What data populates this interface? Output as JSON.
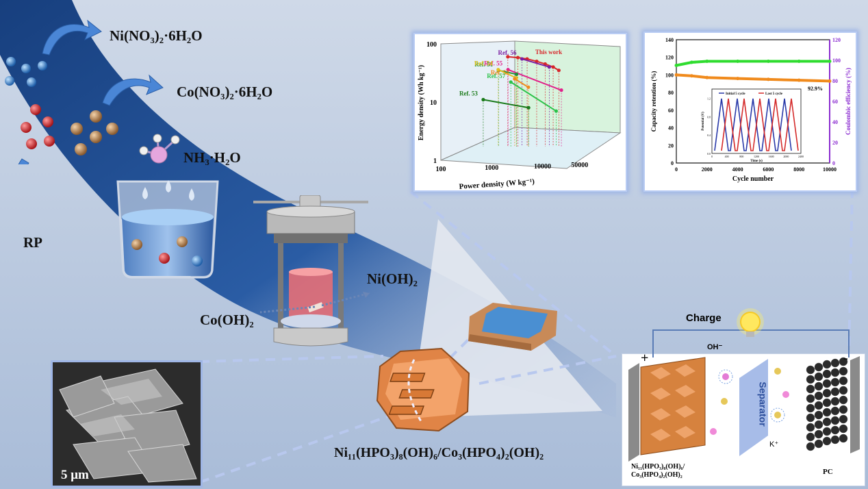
{
  "labels": {
    "ni_nitrate": "Ni(NO₃)₂·6H₂O",
    "co_nitrate": "Co(NO₃)₂·6H₂O",
    "ammonia": "NH₃·H₂O",
    "rp": "RP",
    "co_oh2": "Co(OH)₂",
    "ni_oh2": "Ni(OH)₂",
    "product": "Ni₁₁(HPO₃)₈(OH)₆/Co₃(HPO₄)₂(OH)₂",
    "sem_scale": "5 μm"
  },
  "device": {
    "charge": "Charge",
    "plus": "+",
    "minus": "-",
    "oh_ion": "OH⁻",
    "k_ion": "K⁺",
    "separator": "Separator",
    "positive_line1": "Ni₁₁(HPO₃)₈(OH)₆/",
    "positive_line2": "Co₃(HPO₄)₂(OH)₂",
    "negative": "PC"
  },
  "colors": {
    "ni_sphere": "#2f7fd0",
    "co_sphere": "#b8834f",
    "p_sphere": "#d4252b",
    "ribbon": "#1c4a8c",
    "panel_glow": "#9fb6e6"
  },
  "chart_data": [
    {
      "type": "line",
      "xlabel": "Power density (W kg⁻¹)",
      "ylabel": "Energy density (Wh kg⁻¹)",
      "x_ticks": [
        "100",
        "1000",
        "10000",
        "50000"
      ],
      "y_ticks": [
        "1",
        "10",
        "100"
      ],
      "log_scale": true,
      "series": [
        {
          "name": "This work",
          "color": "#d7262a",
          "x": [
            3000,
            5000,
            8000,
            13000,
            20000,
            30000,
            40000
          ],
          "y": [
            60,
            58,
            55,
            50,
            45,
            40,
            35
          ]
        },
        {
          "name": "Ref. 56",
          "color": "#7b1fa2",
          "x": [
            5000,
            20000
          ],
          "y": [
            55,
            40
          ]
        },
        {
          "name": "Ref. 55",
          "color": "#e0218a",
          "x": [
            2000,
            30000
          ],
          "y": [
            36,
            16
          ]
        },
        {
          "name": "Ref. 51",
          "color": "#1f8f3a",
          "x": [
            1000,
            2500
          ],
          "y": [
            35,
            30
          ]
        },
        {
          "name": "Ref. 54",
          "color": "#e2c21e",
          "x": [
            800,
            2000
          ],
          "y": [
            36,
            26
          ]
        },
        {
          "name": "Ref. 52",
          "color": "#ef8a1e",
          "x": [
            1500,
            3000
          ],
          "y": [
            25,
            18
          ]
        },
        {
          "name": "Ref. 57",
          "color": "#2cc24a",
          "x": [
            1000,
            10000
          ],
          "y": [
            22,
            7
          ]
        },
        {
          "name": "Ref. 53",
          "color": "#1a7a1a",
          "x": [
            200,
            2000
          ],
          "y": [
            11,
            8
          ]
        }
      ]
    },
    {
      "type": "scatter",
      "xlabel": "Cycle number",
      "ylabel": "Capacity retention (%)",
      "ylabel_right": "Coulombic efficiency (%)",
      "x_ticks": [
        "0",
        "2000",
        "4000",
        "6000",
        "8000",
        "10000"
      ],
      "y_ticks": [
        "0",
        "20",
        "40",
        "60",
        "80",
        "100",
        "120",
        "140"
      ],
      "y2_ticks": [
        "0",
        "20",
        "40",
        "60",
        "80",
        "100",
        "120"
      ],
      "xlim": [
        0,
        10000
      ],
      "ylim": [
        0,
        140
      ],
      "y2lim": [
        0,
        120
      ],
      "annotation": "92.9%",
      "series": [
        {
          "name": "Coulombic efficiency",
          "color": "#2edc2e",
          "x": [
            0,
            1000,
            2000,
            4000,
            6000,
            8000,
            10000
          ],
          "y": [
            95,
            98,
            99,
            99,
            99,
            99,
            99
          ]
        },
        {
          "name": "Capacity retention",
          "color": "#f08a1c",
          "x": [
            0,
            1000,
            2000,
            4000,
            6000,
            8000,
            10000
          ],
          "y": [
            100,
            99,
            97,
            96,
            95,
            94,
            93
          ]
        }
      ],
      "inset": {
        "xlabel": "Time (s)",
        "ylabel": "Potential (V)",
        "x_ticks": [
          "0",
          "400",
          "800",
          "1200",
          "1600",
          "2000",
          "2400"
        ],
        "y_ticks": [
          "0.0",
          "0.2",
          "0.4",
          "0.6",
          "0.8",
          "1.0",
          "1.2",
          "1.4"
        ],
        "legend": [
          "Initial 5 cycle",
          "Last 5 cycle"
        ],
        "colors": [
          "#2838a8",
          "#d42a2a"
        ]
      }
    }
  ]
}
